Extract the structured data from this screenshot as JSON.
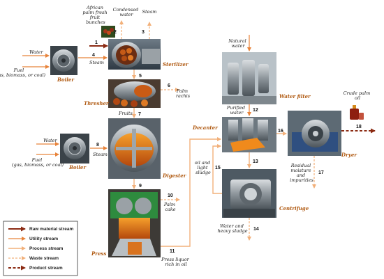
{
  "units": {
    "boiler1": "Boiler",
    "sterilizer": "Sterilizer",
    "thresher": "Thresher",
    "digester": "Digester",
    "boiler2": "Boiler",
    "press": "Press",
    "water_filter": "Water filter",
    "decanter": "Decanter",
    "centrifuge": "Centrifuge",
    "dryer": "Dryer"
  },
  "labels": {
    "water1": "Water",
    "fuel1": [
      "Fuel",
      "(gas, biomass, or coal)"
    ],
    "steam1": "Steam",
    "ffb": [
      "African",
      "palm fresh",
      "fruit",
      "bunches"
    ],
    "condensed": [
      "Condensed",
      "water"
    ],
    "steam_top": "Steam",
    "palm_rachis": [
      "Palm",
      "rachis"
    ],
    "fruits": "Fruits",
    "water2": "Water",
    "fuel2": [
      "Fuel",
      "(gas, biomass, or coal)"
    ],
    "steam2": "Steam",
    "palm_cake": [
      "Palm",
      "cake"
    ],
    "press_liquor": [
      "Press liquor",
      "rich in oil"
    ],
    "natural_water": [
      "Natural",
      "water"
    ],
    "purified_water": [
      "Purified",
      "water"
    ],
    "oil_sludge": [
      "oil and",
      "light",
      "sludge"
    ],
    "water_heavy": [
      "Water and",
      "heavy sludge"
    ],
    "residual": [
      "Residual",
      "moisture",
      "and",
      "impurities"
    ],
    "crude_oil": [
      "Crude palm",
      "oil"
    ]
  },
  "stream_numbers": [
    "1",
    "2",
    "3",
    "4",
    "5",
    "6",
    "7",
    "8",
    "9",
    "10",
    "11",
    "12",
    "13",
    "14",
    "15",
    "16",
    "17",
    "18"
  ],
  "legend": {
    "items": [
      {
        "label": "Raw material stream",
        "color": "#8b2a12",
        "style": "solid-thick"
      },
      {
        "label": "Utility stream",
        "color": "#e8833a",
        "style": "solid"
      },
      {
        "label": "Process stream",
        "color": "#f2b07a",
        "style": "solid"
      },
      {
        "label": "Waste stream",
        "color": "#f2b07a",
        "style": "dashed"
      },
      {
        "label": "Product stream",
        "color": "#8b2a12",
        "style": "dashed-thick"
      }
    ]
  },
  "colors": {
    "raw": "#8b2a12",
    "utility": "#e8833a",
    "process": "#f2b07a",
    "unit_label": "#b05a12"
  },
  "icons": [
    "boiler-photo",
    "sterilizer-photo",
    "thresher-photo",
    "digester-photo",
    "press-photo",
    "water-filter-photo",
    "decanter-photo",
    "centrifuge-photo",
    "dryer-photo",
    "palm-fruit-photo",
    "crude-oil-bottle-photo"
  ]
}
